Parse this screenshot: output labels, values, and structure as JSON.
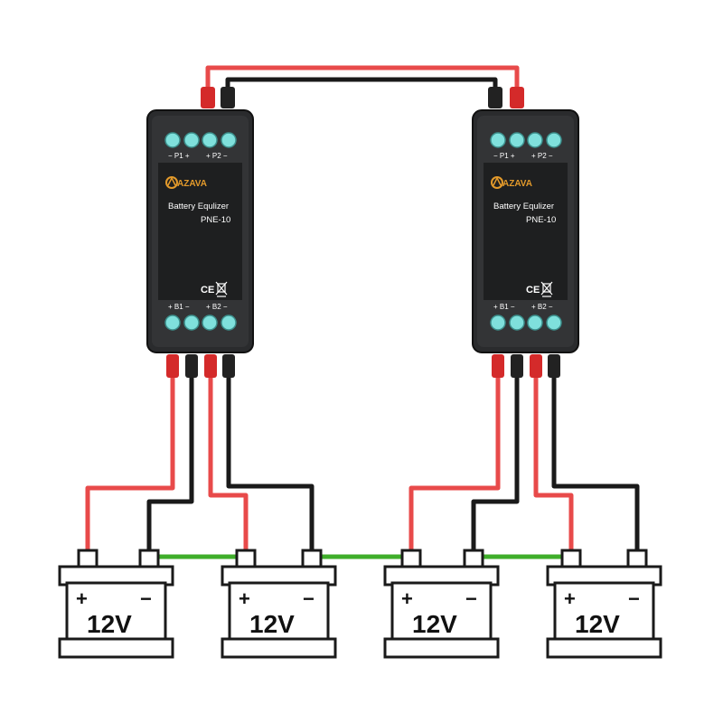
{
  "colors": {
    "positive_wire": "#e84a4a",
    "negative_wire": "#1a1a1a",
    "series_link": "#3fae2a",
    "module_body": "#2a2b2d",
    "terminal": "#7fe0dc",
    "battery_fill": "#ffffff",
    "battery_stroke": "#1a1a1a"
  },
  "modules": [
    {
      "brand": "AZAVA",
      "product": "Battery Equlizer",
      "model": "PNE-10",
      "top_labels": {
        "p1": "− P1 +",
        "p2": "+ P2 −"
      },
      "bottom_labels": {
        "b1": "+ B1 −",
        "b2": "+ B2 −"
      },
      "marks": "CE"
    },
    {
      "brand": "AZAVA",
      "product": "Battery Equlizer",
      "model": "PNE-10",
      "top_labels": {
        "p1": "− P1 +",
        "p2": "+ P2 −"
      },
      "bottom_labels": {
        "b1": "+ B1 −",
        "b2": "+ B2 −"
      },
      "marks": "CE"
    }
  ],
  "batteries": [
    {
      "voltage": "12V",
      "plus": "+",
      "minus": "−"
    },
    {
      "voltage": "12V",
      "plus": "+",
      "minus": "−"
    },
    {
      "voltage": "12V",
      "plus": "+",
      "minus": "−"
    },
    {
      "voltage": "12V",
      "plus": "+",
      "minus": "−"
    }
  ]
}
